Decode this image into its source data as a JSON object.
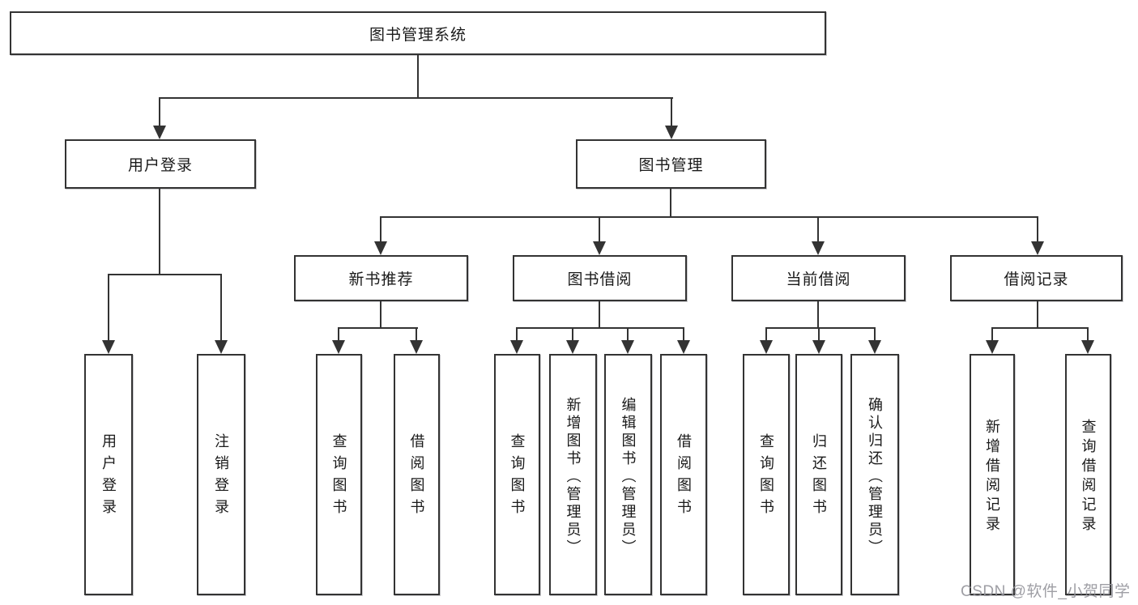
{
  "diagram": {
    "root": {
      "label": "图书管理系统"
    },
    "user_login": {
      "label": "用户登录"
    },
    "book_mgmt": {
      "label": "图书管理"
    },
    "new_book": {
      "label": "新书推荐"
    },
    "book_borrow": {
      "label": "图书借阅"
    },
    "current_borrow": {
      "label": "当前借阅"
    },
    "borrow_record": {
      "label": "借阅记录"
    },
    "leaves": {
      "user_login_1": "用户登录",
      "user_login_2": "注销登录",
      "new_book_1": "查询图书",
      "new_book_2": "借阅图书",
      "book_borrow_1": "查询图书",
      "book_borrow_2": "新增图书（管理员）",
      "book_borrow_3": "编辑图书（管理员）",
      "book_borrow_4": "借阅图书",
      "current_1": "查询图书",
      "current_2": "归还图书",
      "current_3": "确认归还（管理员）",
      "record_1": "新增借阅记录",
      "record_2": "查询借阅记录"
    },
    "line_color": "#333333",
    "box_fill": "#ffffff"
  },
  "watermark": {
    "text": "CSDN @软件_小贺同学"
  }
}
